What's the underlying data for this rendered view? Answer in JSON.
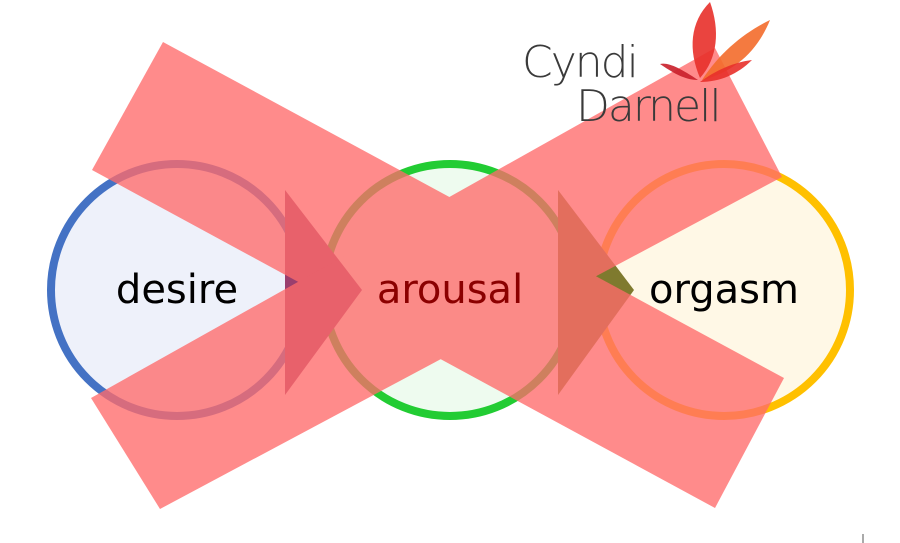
{
  "logo": {
    "line1": "Cyndi",
    "line2": "Darnell",
    "text_color": "#3a3a3a",
    "mark": "butterfly-icon",
    "mark_colors": [
      "#e8302a",
      "#f36b2b",
      "#c91f2a"
    ]
  },
  "stages": [
    {
      "id": "desire",
      "label": "desire",
      "ring_color": "#4472c4",
      "fill_color": "#eef1fa",
      "text_color": "#000000"
    },
    {
      "id": "arousal",
      "label": "arousal",
      "ring_color": "#22cc33",
      "fill_color": "#eefbef",
      "text_color": "#8b0000"
    },
    {
      "id": "orgasm",
      "label": "orgasm",
      "ring_color": "#ffc000",
      "fill_color": "#fff8e6",
      "text_color": "#000000"
    }
  ],
  "connectors": [
    {
      "from": "desire",
      "to": "arousal",
      "color": "#9a3f6e"
    },
    {
      "from": "arousal",
      "to": "orgasm",
      "color": "#7f7a2e"
    }
  ],
  "cross_overlay": {
    "color": "#ff6b6b",
    "meaning": "crossed-out"
  }
}
